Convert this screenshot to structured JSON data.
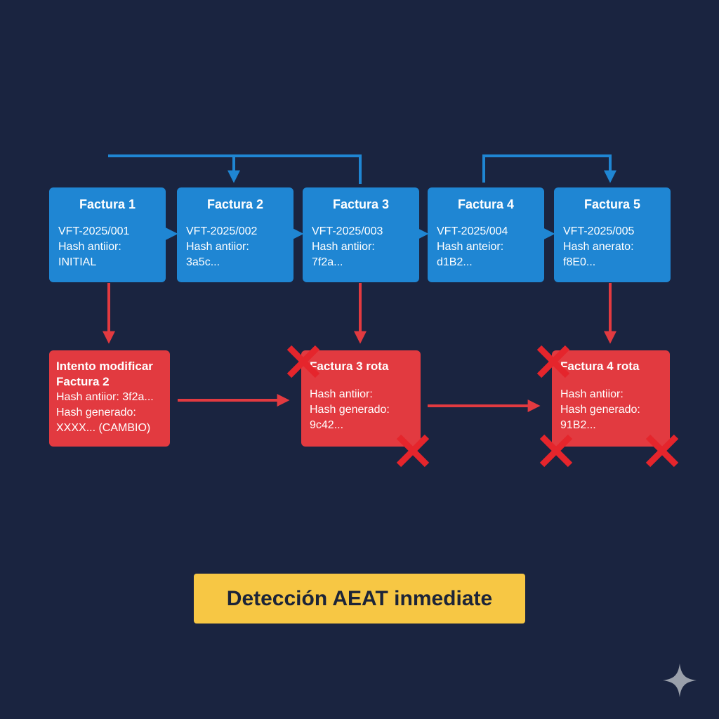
{
  "colors": {
    "background": "#1a2440",
    "chain_blue": "#1f86d3",
    "tamper_red": "#e23a40",
    "highlight_yellow": "#f7c744",
    "text_dark": "#1c2438"
  },
  "chain": [
    {
      "title": "Factura 1",
      "code": "VFT-2025/001",
      "hash_label": "Hash antiior:",
      "hash_value": "INITIAL"
    },
    {
      "title": "Factura 2",
      "code": "VFT-2025/002",
      "hash_label": "Hash antiior:",
      "hash_value": "3a5c..."
    },
    {
      "title": "Factura 3",
      "code": "VFT-2025/003",
      "hash_label": "Hash antiior:",
      "hash_value": "7f2a..."
    },
    {
      "title": "Factura 4",
      "code": "VFT-2025/004",
      "hash_label": "Hash anteior:",
      "hash_value": "d1B2..."
    },
    {
      "title": "Factura 5",
      "code": "VFT-2025/005",
      "hash_label": "Hash anerato:",
      "hash_value": "f8E0..."
    }
  ],
  "tamper": [
    {
      "title_line1": "Intento modificar",
      "title_line2": "Factura 2",
      "line1": "Hash antiior: 3f2a...",
      "line2": "Hash generado:",
      "line3": "XXXX... (CAMBIO)"
    },
    {
      "title": "Factura 3 rota",
      "line1": "Hash antiior:",
      "line2": "Hash generado:",
      "line3": "9c42..."
    },
    {
      "title": "Factura 4 rota",
      "line1": "Hash antiior:",
      "line2": "Hash generado:",
      "line3": "91B2..."
    }
  ],
  "detection_label": "Detección AEAT inmediate",
  "icons": {
    "break_mark": "cross-icon",
    "watermark": "sparkle-icon"
  }
}
